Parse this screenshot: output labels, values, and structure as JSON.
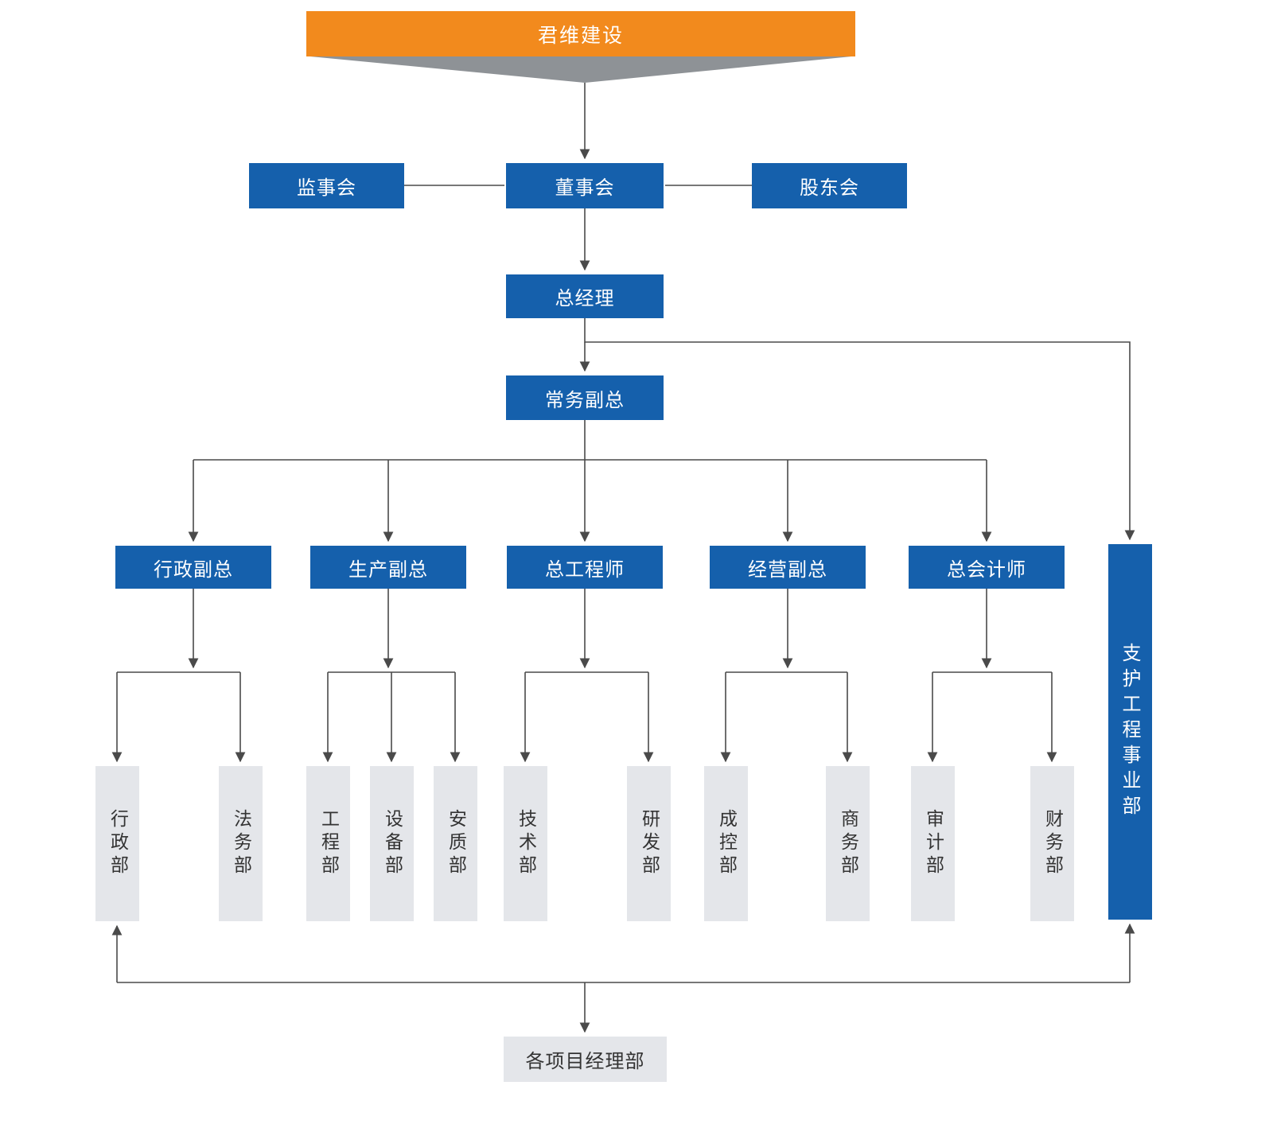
{
  "org": {
    "company": "君维建设",
    "supervisory_board": "监事会",
    "board_of_directors": "董事会",
    "shareholders_meeting": "股东会",
    "general_manager": "总经理",
    "executive_deputy_gm": "常务副总",
    "support_engineering_division": "支护工程事业部",
    "executives": [
      "行政副总",
      "生产副总",
      "总工程师",
      "经营副总",
      "总会计师"
    ],
    "departments": [
      "行政部",
      "法务部",
      "工程部",
      "设备部",
      "安质部",
      "技术部",
      "研发部",
      "成控部",
      "商务部",
      "审计部",
      "财务部"
    ],
    "project_departments": "各项目经理部"
  },
  "colors": {
    "accent_orange": "#F28A1D",
    "primary_blue": "#1560AC",
    "node_gray": "#E4E6EA",
    "line": "#4A4A4A"
  }
}
